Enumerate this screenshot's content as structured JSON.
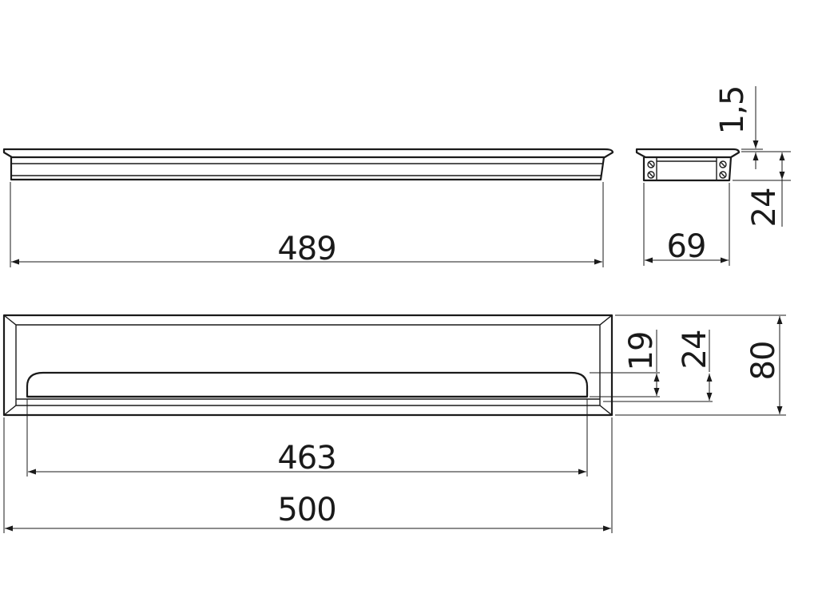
{
  "dimensions": {
    "side_length": "489",
    "end_width": "69",
    "flange_thickness": "1,5",
    "end_height": "24",
    "plan_inner_depth": "19",
    "plan_outer_depth": "24",
    "plan_width": "80",
    "plan_inner_length": "463",
    "plan_overall_length": "500"
  },
  "colors": {
    "line": "#1a1a1a",
    "background": "#ffffff"
  }
}
